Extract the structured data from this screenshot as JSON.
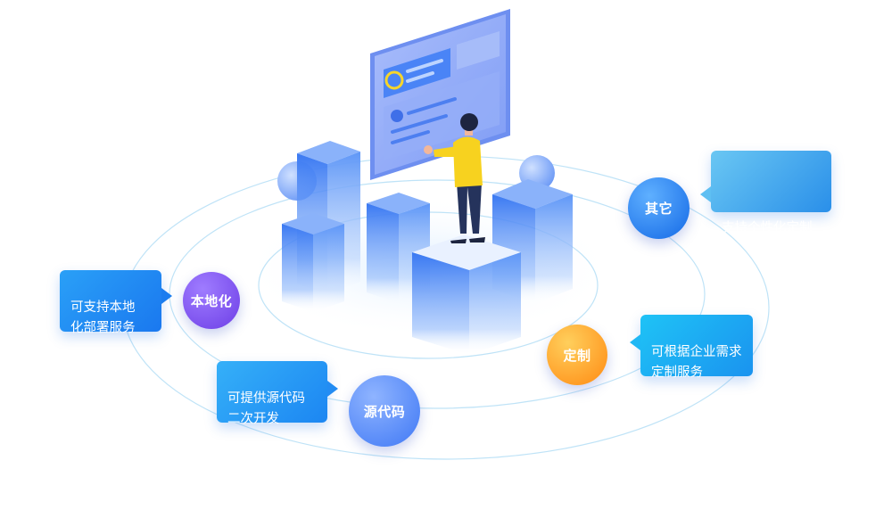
{
  "features": [
    {
      "id": "local",
      "node_label": "本地化",
      "desc": "可支持本地\n化部署服务",
      "node_color": "#7a4cf0",
      "bubble_color": "#1d8ff5"
    },
    {
      "id": "source",
      "node_label": "源代码",
      "desc": "可提供源代码\n二次开发",
      "node_color": "#3f78f5",
      "bubble_color": "#2a9bf6"
    },
    {
      "id": "custom",
      "node_label": "定制",
      "desc": "可根据企业需求\n定制服务",
      "node_color": "#ff9a1e",
      "bubble_color": "#1fb4f5"
    },
    {
      "id": "other",
      "node_label": "其它",
      "desc": "支持个性化定制",
      "node_color": "#1f7ef0",
      "bubble_color": "#33a8ef"
    }
  ],
  "colors": {
    "ring": "#bfe3f7",
    "tower_top": "#6aa0f8",
    "tower_side": "#3d7cf2",
    "screen": "#8ea9f7",
    "shirt": "#f7d21f"
  }
}
